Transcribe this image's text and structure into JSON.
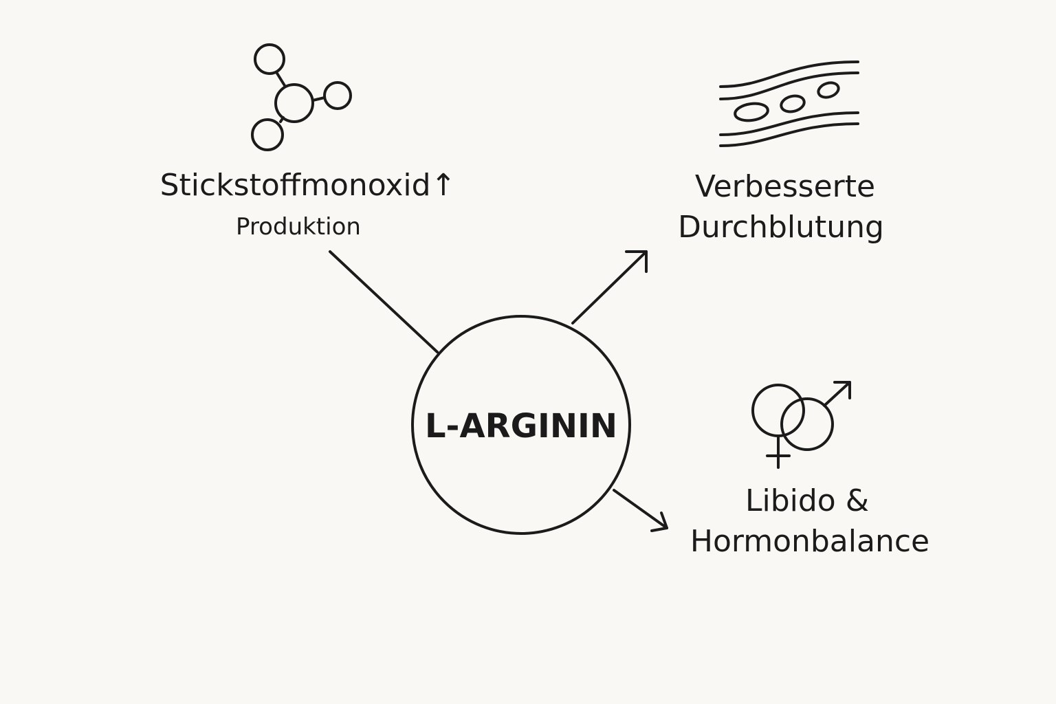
{
  "center": {
    "label": "L-ARGININ"
  },
  "effects": [
    {
      "id": "nitric-oxide",
      "title": "Stickstoffmonoxid↑",
      "subtitle": "Produktion",
      "icon": "molecule-icon"
    },
    {
      "id": "circulation",
      "line1": "Verbesserte",
      "line2": "Durchblutung",
      "icon": "blood-vessel-icon"
    },
    {
      "id": "libido",
      "line1": "Libido &",
      "line2": "Hormonbalance",
      "icon": "gender-symbols-icon"
    }
  ],
  "colors": {
    "background": "#f9f8f4",
    "ink": "#1b1b1b"
  }
}
